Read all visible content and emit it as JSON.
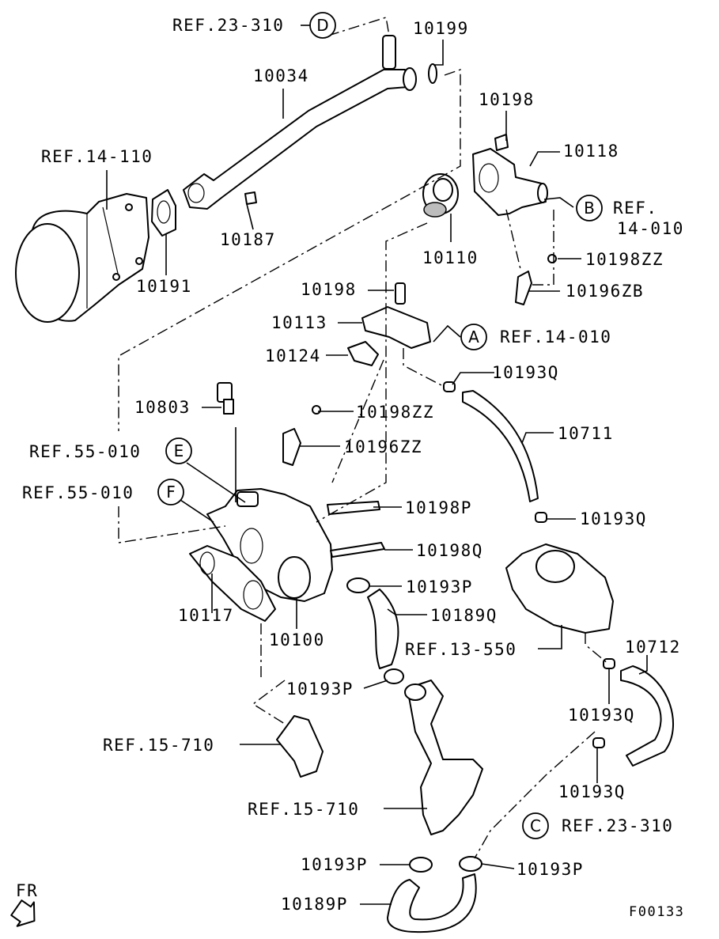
{
  "labels": {
    "ref_23_310_top": "REF.23-310",
    "p10199": "10199",
    "p10034": "10034",
    "p10198_top": "10198",
    "ref_14_110": "REF.14-110",
    "p10118": "10118",
    "ref_14_010_b_line1": "REF.",
    "ref_14_010_b_line2": "14-010",
    "p10187": "10187",
    "p10110": "10110",
    "p10198zz_top": "10198ZZ",
    "p10191": "10191",
    "p10196zb": "10196ZB",
    "p10198_mid": "10198",
    "p10113": "10113",
    "ref_14_010_a": "REF.14-010",
    "p10124": "10124",
    "p10193q_1": "10193Q",
    "p10803": "10803",
    "p10198zz_mid": "10198ZZ",
    "p10711": "10711",
    "ref_55_010_e": "REF.55-010",
    "p10196zz": "10196ZZ",
    "ref_55_010_f": "REF.55-010",
    "p10198p": "10198P",
    "p10193q_2": "10193Q",
    "p10198q": "10198Q",
    "p10193p_1": "10193P",
    "p10117": "10117",
    "p10189q": "10189Q",
    "ref_13_550": "REF.13-550",
    "p10712": "10712",
    "p10100": "10100",
    "p10193p_2": "10193P",
    "p10193q_3": "10193Q",
    "ref_15_710_a": "REF.15-710",
    "p10193q_4": "10193Q",
    "ref_15_710_b": "REF.15-710",
    "ref_23_310_c": "REF.23-310",
    "p10193p_3": "10193P",
    "p10193p_4": "10193P",
    "p10189p": "10189P",
    "fr": "FR",
    "figure_code": "F00133"
  },
  "callouts": {
    "a": "A",
    "b": "B",
    "c": "C",
    "d": "D",
    "e": "E",
    "f": "F"
  }
}
